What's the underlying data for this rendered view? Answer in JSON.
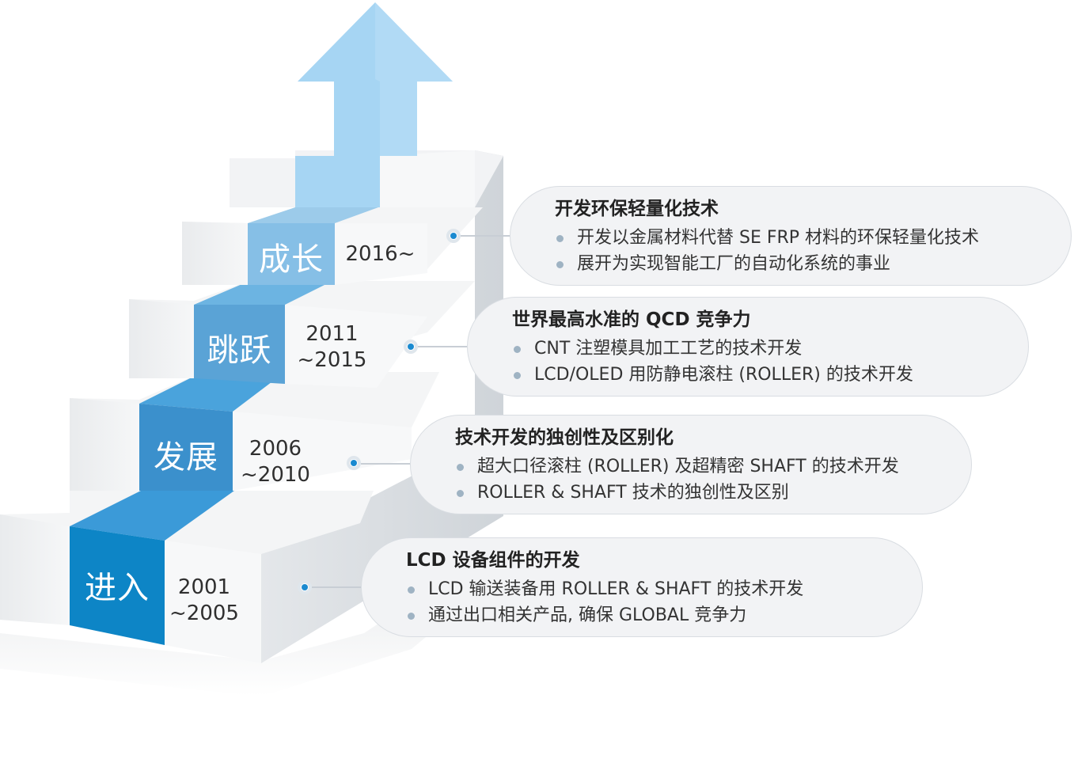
{
  "colors": {
    "step1": "#0d85c6",
    "step2": "#3b9ad8",
    "step3": "#5aa9de",
    "step4": "#8cc8ea",
    "arrow": "#a6d5f3",
    "node": "#1a8ad0",
    "bullet": "#9fb3c3"
  },
  "stages": [
    {
      "name": "进入",
      "years": [
        "2001",
        "~2005"
      ],
      "title": "LCD 设备组件的开发",
      "items": [
        "LCD 输送装备用 ROLLER & SHAFT 的技术开发",
        "通过出口相关产品, 确保 GLOBAL 竞争力"
      ]
    },
    {
      "name": "发展",
      "years": [
        "2006",
        "~2010"
      ],
      "title": "技术开发的独创性及区别化",
      "items": [
        "超大口径滚柱 (ROLLER) 及超精密 SHAFT 的技术开发",
        "ROLLER & SHAFT 技术的独创性及区别"
      ]
    },
    {
      "name": "跳跃",
      "years": [
        "2011",
        "~2015"
      ],
      "title": "世界最高水准的 QCD 竞争力",
      "items": [
        "CNT 注塑模具加工工艺的技术开发",
        "LCD/OLED 用防静电滚柱 (ROLLER) 的技术开发"
      ]
    },
    {
      "name": "成长",
      "years": [
        "2016~"
      ],
      "title": "开发环保轻量化技术",
      "items": [
        "开发以金属材料代替 SE FRP 材料的环保轻量化技术",
        "展开为实现智能工厂的自动化系统的事业"
      ]
    }
  ]
}
